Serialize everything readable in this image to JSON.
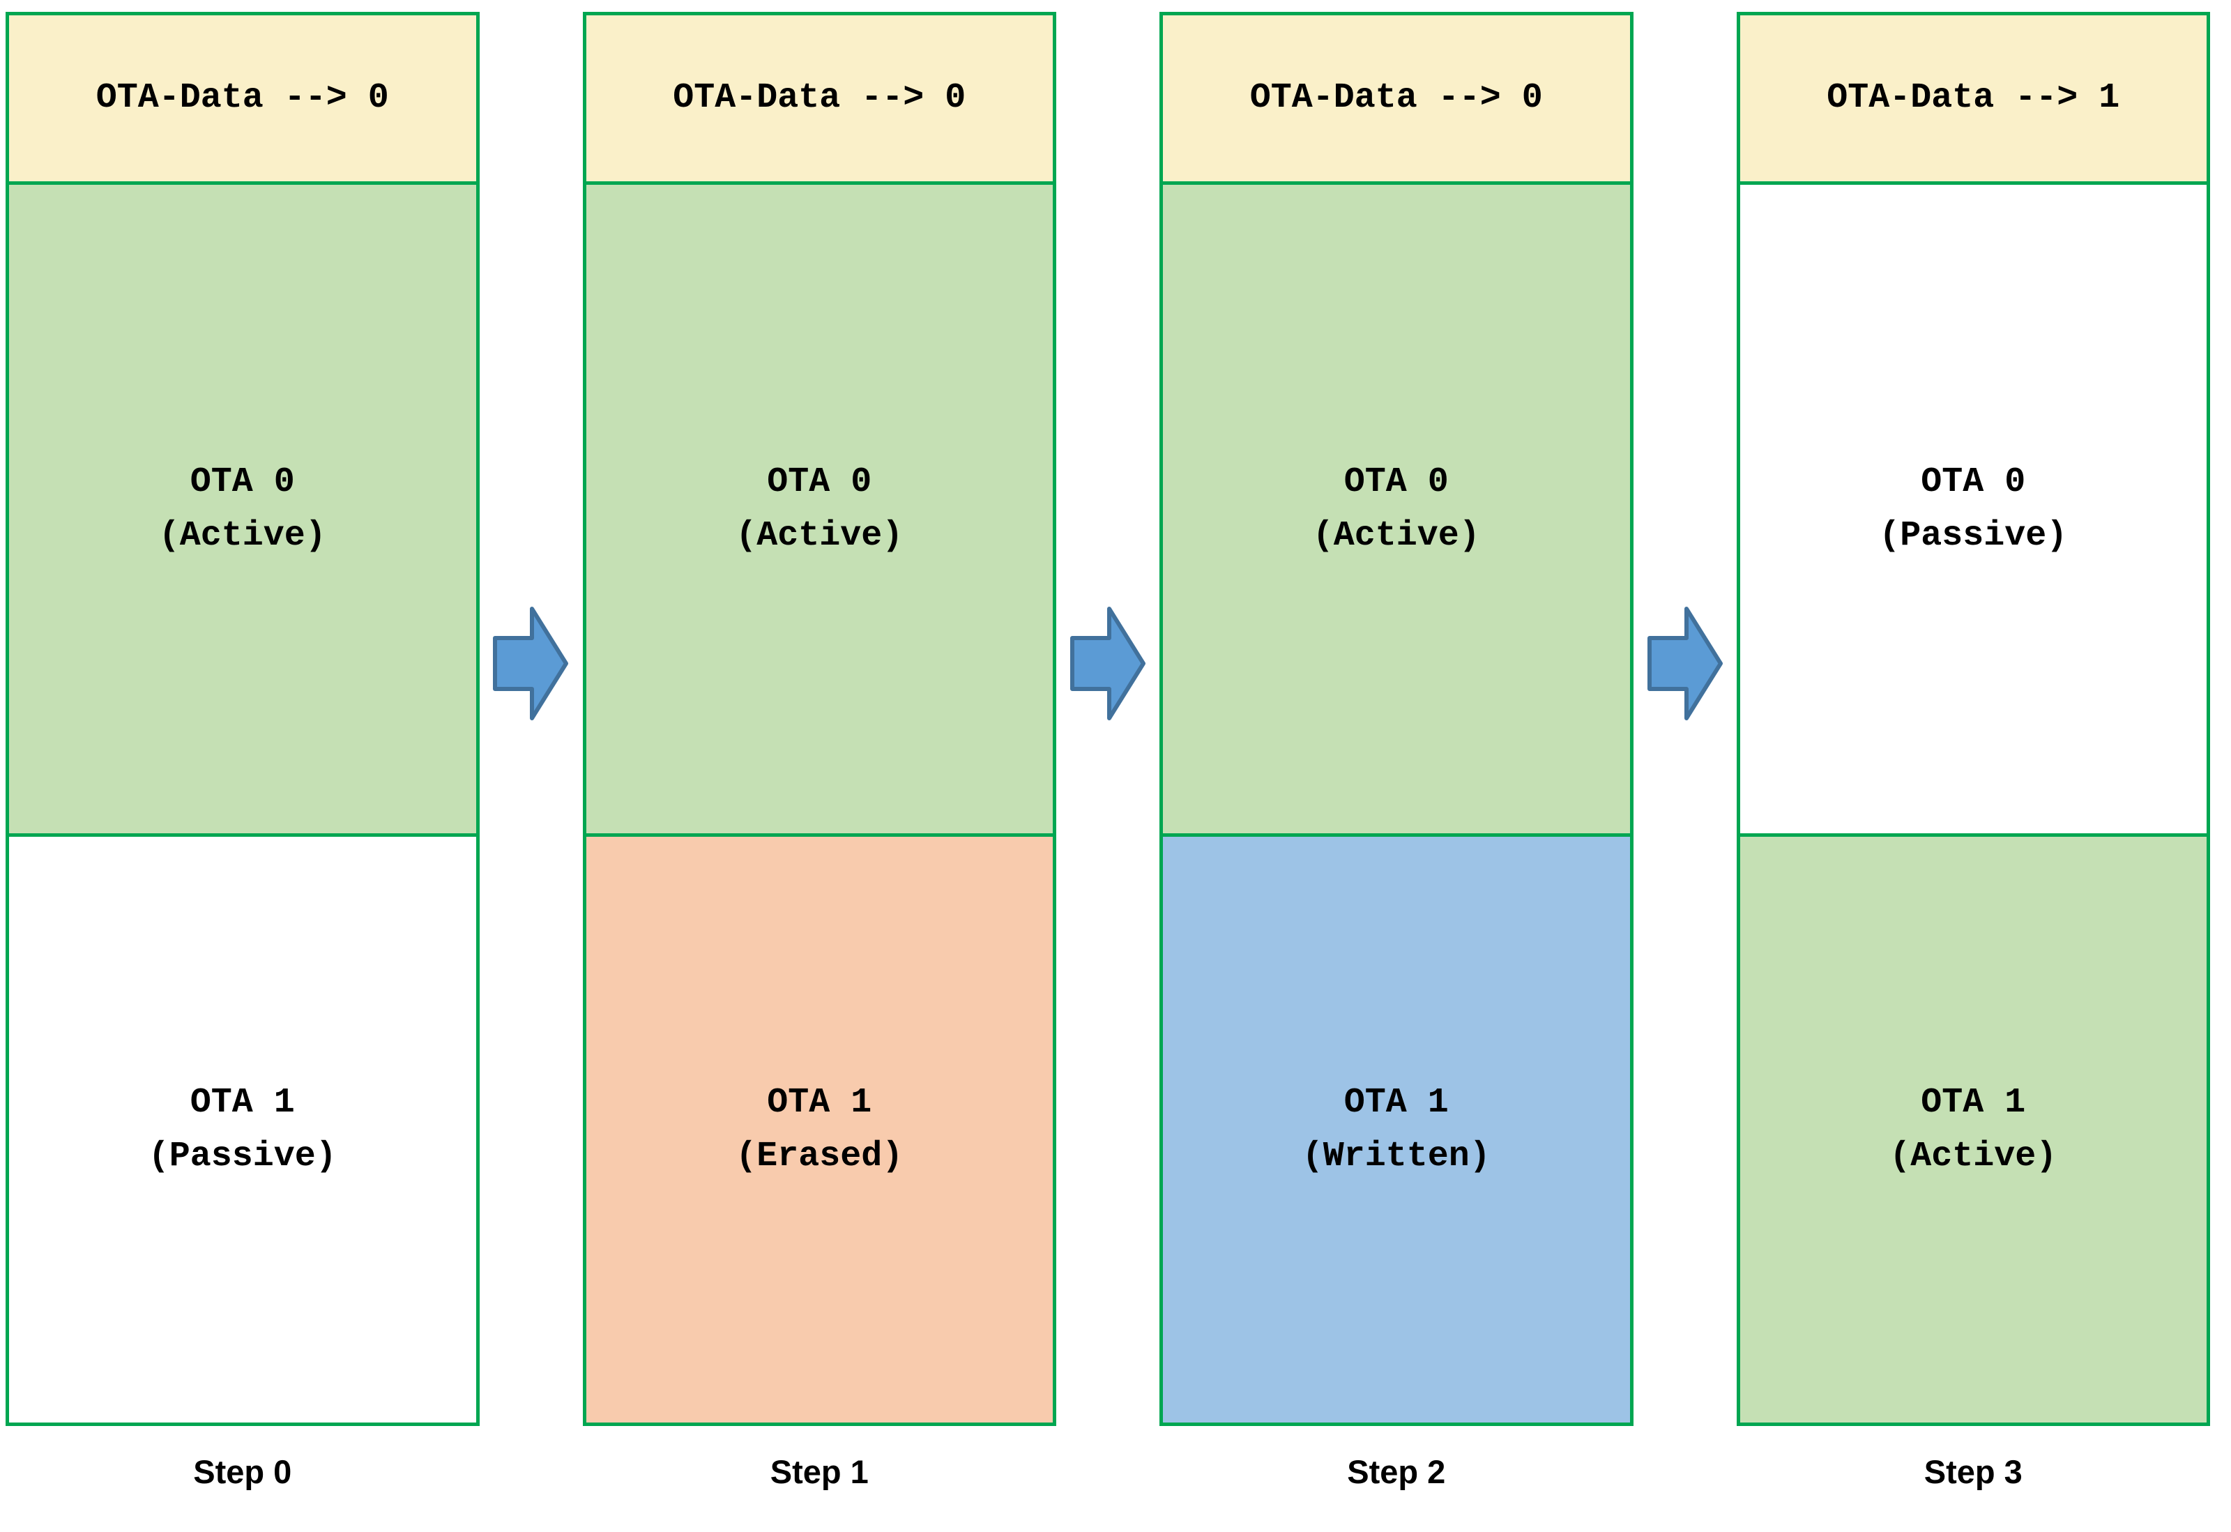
{
  "palette": {
    "box_border_green": "#00A651",
    "ota_data_fill": "#FAF0C9",
    "active_fill": "#C5E0B4",
    "passive_fill": "#FFFFFF",
    "erased_fill": "#F8CBAD",
    "written_fill": "#9DC3E6",
    "arrow_fill": "#5B9BD5",
    "arrow_border": "#41719C",
    "text_color": "#000000"
  },
  "arrow_icon": "block-arrow-right",
  "columns": [
    {
      "step_label": "Step 0",
      "ota_data_label": "OTA-Data --> 0",
      "ota0": {
        "name": "OTA 0",
        "state": "(Active)",
        "fill": "#C5E0B4"
      },
      "ota1": {
        "name": "OTA 1",
        "state": "(Passive)",
        "fill": "#FFFFFF"
      }
    },
    {
      "step_label": "Step 1",
      "ota_data_label": "OTA-Data --> 0",
      "ota0": {
        "name": "OTA 0",
        "state": "(Active)",
        "fill": "#C5E0B4"
      },
      "ota1": {
        "name": "OTA 1",
        "state": "(Erased)",
        "fill": "#F8CBAD"
      }
    },
    {
      "step_label": "Step 2",
      "ota_data_label": "OTA-Data --> 0",
      "ota0": {
        "name": "OTA 0",
        "state": "(Active)",
        "fill": "#C5E0B4"
      },
      "ota1": {
        "name": "OTA 1",
        "state": "(Written)",
        "fill": "#9DC3E6"
      }
    },
    {
      "step_label": "Step 3",
      "ota_data_label": "OTA-Data --> 1",
      "ota0": {
        "name": "OTA 0",
        "state": "(Passive)",
        "fill": "#FFFFFF"
      },
      "ota1": {
        "name": "OTA 1",
        "state": "(Active)",
        "fill": "#C5E0B4"
      }
    }
  ]
}
